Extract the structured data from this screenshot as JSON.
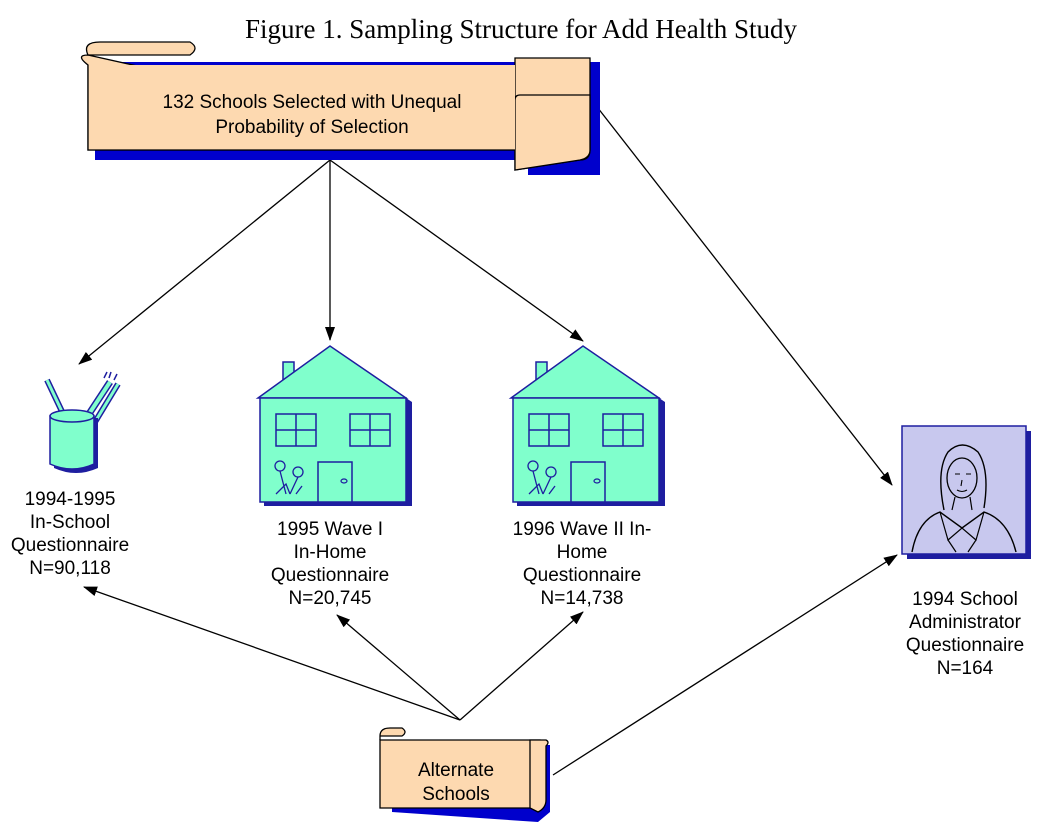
{
  "title": "Figure 1. Sampling Structure for Add Health Study",
  "banner_top": {
    "line1": "132 Schools Selected with Unequal",
    "line2": "Probability of Selection"
  },
  "banner_bottom": {
    "line1": "Alternate",
    "line2": "Schools"
  },
  "nodes": {
    "in_school": {
      "icon": "pencil-cup-icon",
      "line1": "1994-1995",
      "line2": "In-School",
      "line3": "Questionnaire",
      "line4": "N=90,118"
    },
    "wave1": {
      "icon": "house-icon",
      "line1": "1995 Wave I",
      "line2": "In-Home",
      "line3": "Questionnaire",
      "line4": "N=20,745"
    },
    "wave2": {
      "icon": "house-icon",
      "line1": "1996 Wave II In-",
      "line2": "Home",
      "line3": "Questionnaire",
      "line4": "N=14,738"
    },
    "administrator": {
      "icon": "administrator-portrait-icon",
      "line1": "1994 School",
      "line2": "Administrator",
      "line3": "Questionnaire",
      "line4": "N=164"
    }
  },
  "colors": {
    "scroll_fill": "#fdd9b0",
    "scroll_shadow": "#0000cc",
    "house_fill": "#80ffcc",
    "house_outline": "#1e1ea0",
    "portrait_fill": "#c8c8ee",
    "arrow": "#000000"
  }
}
